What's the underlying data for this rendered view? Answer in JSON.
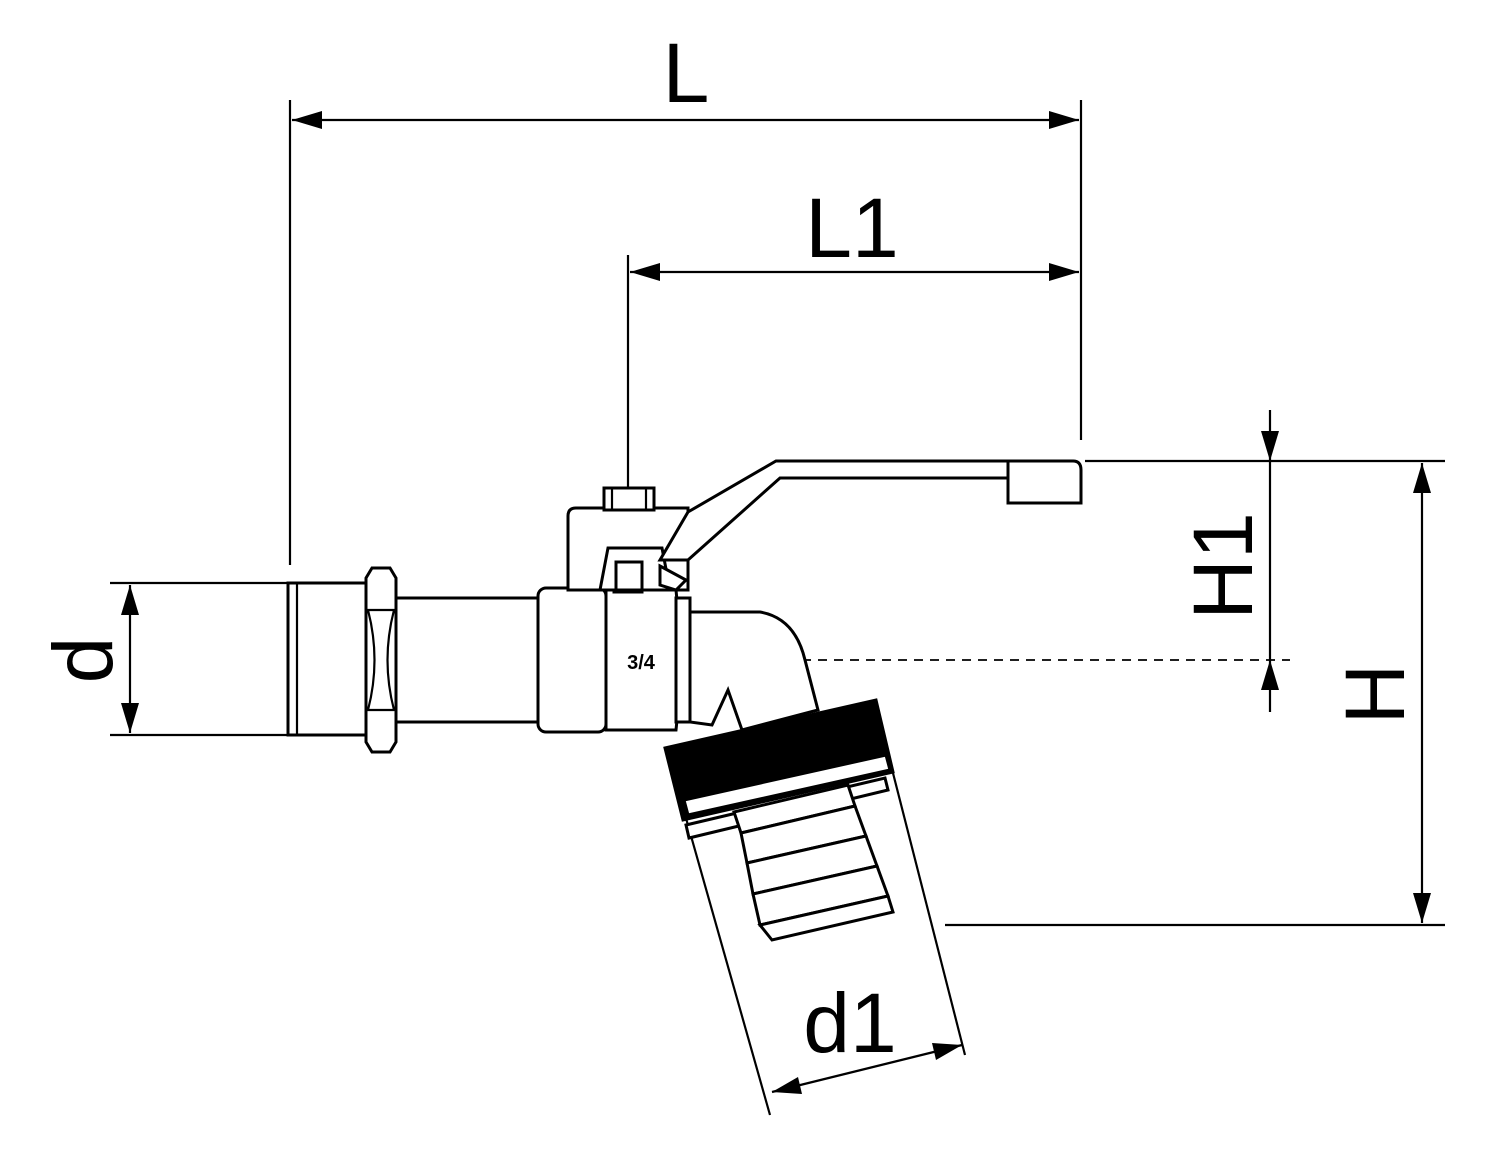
{
  "labels": {
    "L": "L",
    "L1": "L1",
    "H1": "H1",
    "H": "H",
    "d": "d",
    "d1": "d1",
    "size_mark": "3/4"
  }
}
